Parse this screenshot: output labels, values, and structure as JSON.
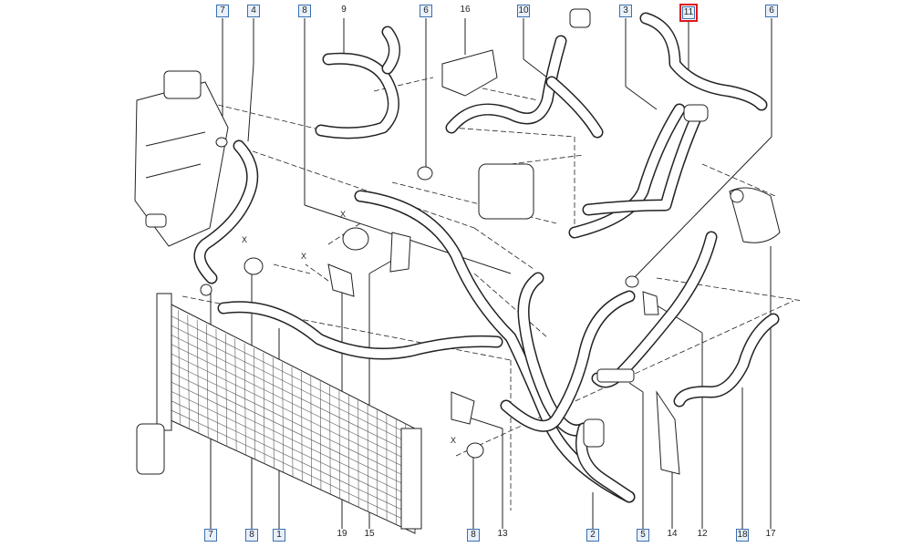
{
  "labels": [
    {
      "id": "t7",
      "text": "7",
      "boxed": true
    },
    {
      "id": "t4",
      "text": "4",
      "boxed": true
    },
    {
      "id": "t8a",
      "text": "8",
      "boxed": true
    },
    {
      "id": "t9",
      "text": "9",
      "boxed": false
    },
    {
      "id": "t6a",
      "text": "6",
      "boxed": true
    },
    {
      "id": "t16",
      "text": "16",
      "boxed": false
    },
    {
      "id": "t10",
      "text": "10",
      "boxed": true
    },
    {
      "id": "t3",
      "text": "3",
      "boxed": true
    },
    {
      "id": "t11",
      "text": "11",
      "boxed": true,
      "highlight": true
    },
    {
      "id": "t6b",
      "text": "6",
      "boxed": true
    },
    {
      "id": "b7",
      "text": "7",
      "boxed": true
    },
    {
      "id": "b8a",
      "text": "8",
      "boxed": true
    },
    {
      "id": "b1",
      "text": "1",
      "boxed": true
    },
    {
      "id": "b19",
      "text": "19",
      "boxed": false
    },
    {
      "id": "b15",
      "text": "15",
      "boxed": false
    },
    {
      "id": "b8b",
      "text": "8",
      "boxed": true
    },
    {
      "id": "b13",
      "text": "13",
      "boxed": false
    },
    {
      "id": "b2",
      "text": "2",
      "boxed": true
    },
    {
      "id": "b5",
      "text": "5",
      "boxed": true
    },
    {
      "id": "b14",
      "text": "14",
      "boxed": false
    },
    {
      "id": "b12",
      "text": "12",
      "boxed": false
    },
    {
      "id": "b18",
      "text": "18",
      "boxed": true
    },
    {
      "id": "b17",
      "text": "17",
      "boxed": false
    }
  ],
  "markers": {
    "x": "X"
  },
  "colors": {
    "highlight": "#e0161c",
    "label_border": "#3a6fb0",
    "line": "#222222"
  }
}
